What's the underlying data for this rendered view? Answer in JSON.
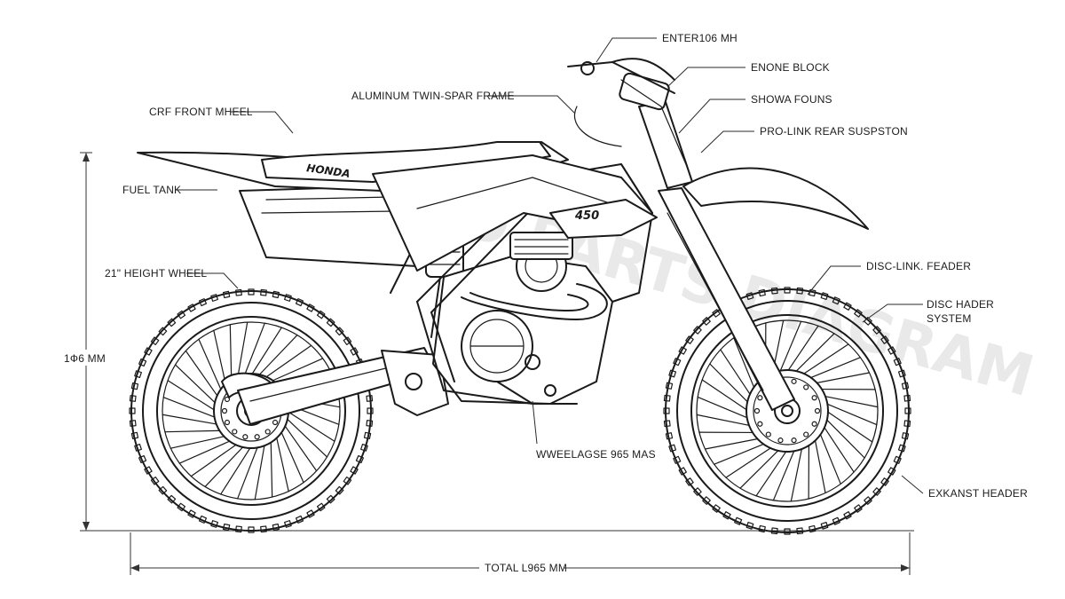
{
  "brand": "HONDA",
  "tank_badge": "450",
  "labels": {
    "lever": "ENTER106 MH",
    "engine_block": "ENONE BLOCK",
    "forks": "SHOWA FOUNS",
    "rear_suspension": "PRO-LINK REAR SUSPSTON",
    "frame": "ALUMINUM TWIN-SPAR FRAME",
    "front_wheel": "CRF FRONT MHEEL",
    "fuel_tank": "FUEL TANK",
    "height_wheel": "21\" HEIGHT WHEEL",
    "disc_link": "DISC-LINK. FEADER",
    "disc_header_1": "DISC HADER",
    "disc_header_2": "SYSTEM",
    "wheelbase": "WWEELAGSE 965 MAS",
    "exhaust": "EXKANST HEADER",
    "height_dim": "1Ф6 MM",
    "total_length": "TOTAL L965 MM"
  },
  "colors": {
    "ink": "#1a1a1a",
    "paper": "#ffffff"
  }
}
